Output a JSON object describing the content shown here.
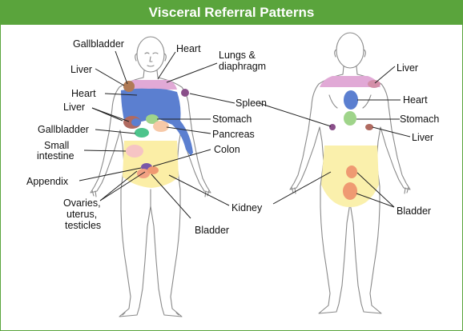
{
  "title": "Visceral Referral Patterns",
  "colors": {
    "header_bg": "#5aa43c",
    "outline": "#8a8a8a",
    "heart": "#5b7fd0",
    "lungs_diaphragm": "#e1a9d6",
    "liver": "#b06a60",
    "gallbladder": "#b07a55",
    "stomach": "#9fd48a",
    "pancreas": "#f7c9a8",
    "small_intestine": "#f6c4c4",
    "colon": "#fbeea6",
    "appendix": "#7a58a8",
    "reproductive": "#f2a183",
    "bladder": "#ef9a72",
    "kidney": "#faf0ac",
    "spleen": "#8a4f8a"
  },
  "labels": {
    "front": {
      "gallbladder_top": "Gallbladder",
      "heart_top": "Heart",
      "liver_top": "Liver",
      "lungs": "Lungs &",
      "diaphragm": "diaphragm",
      "heart_left": "Heart",
      "liver_mid": "Liver",
      "spleen": "Spleen",
      "stomach": "Stomach",
      "gallbladder_mid": "Gallbladder",
      "pancreas": "Pancreas",
      "small": "Small",
      "intestine": "intestine",
      "colon": "Colon",
      "appendix": "Appendix",
      "ovaries": "Ovaries,",
      "uterus": "uterus,",
      "testicles": "testicles",
      "kidney": "Kidney",
      "bladder": "Bladder"
    },
    "back": {
      "liver_top": "Liver",
      "heart": "Heart",
      "stomach": "Stomach",
      "liver_low": "Liver",
      "bladder": "Bladder"
    }
  }
}
